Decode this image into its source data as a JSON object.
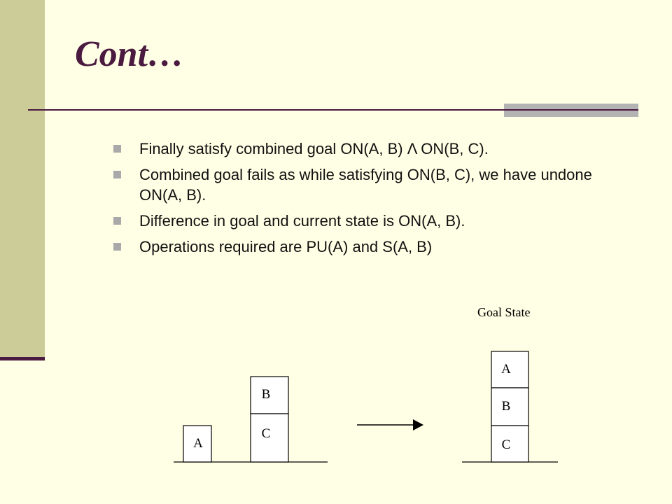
{
  "slide": {
    "title": "Cont…",
    "bullets": [
      "Finally satisfy combined goal ON(A, B) Λ ON(B, C).",
      "Combined goal fails as while satisfying ON(B, C), we have undone ON(A, B).",
      "Difference in goal and current state is ON(A, B).",
      "Operations required are PU(A) and S(A, B)"
    ]
  },
  "diagram": {
    "goal_label": "Goal State",
    "current_state": {
      "table_block": "A",
      "stack": [
        "B",
        "C"
      ]
    },
    "goal_state": {
      "stack": [
        "A",
        "B",
        "C"
      ]
    }
  },
  "colors": {
    "background": "#FFFFE5",
    "side_band": "#CCCC99",
    "title": "#4A1A40",
    "rule_accent": "#B3B3B3",
    "bullet_marker": "#A9A9A9"
  }
}
